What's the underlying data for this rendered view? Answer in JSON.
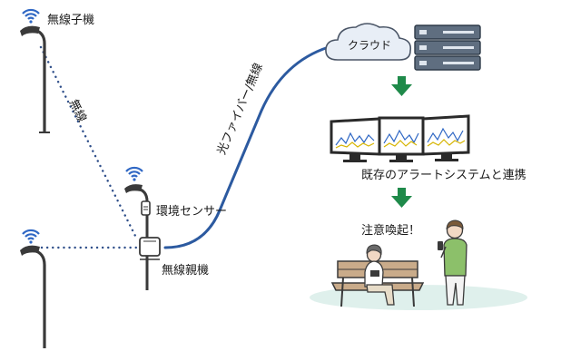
{
  "labels": {
    "wireless_child": "無線子機",
    "wireless_link": "無線",
    "environment_sensor": "環境センサー",
    "wireless_parent": "無線親機",
    "fiber_link": "光ファイバー/無線",
    "cloud": "クラウド",
    "alert_system": "既存のアラートシステムと連携",
    "alert_message": "注意喚起！"
  },
  "colors": {
    "fiber_line": "#2c5aa0",
    "wireless_dots": "#2f4f8a",
    "arrow": "#1f8a4a",
    "pole": "#3a3a3a",
    "wifi": "#2f67c4",
    "ground": "#dff0ec",
    "cloud_fill": "#e8eef6",
    "monitor_bezel": "#2a2a2a",
    "server": "#5f6e80"
  },
  "icons": [
    "wifi-icon",
    "street-lamp-icon",
    "sensor-icon",
    "cloud-icon",
    "server-icon",
    "monitor-icon",
    "down-arrow-icon",
    "bench-icon",
    "person-icon"
  ]
}
